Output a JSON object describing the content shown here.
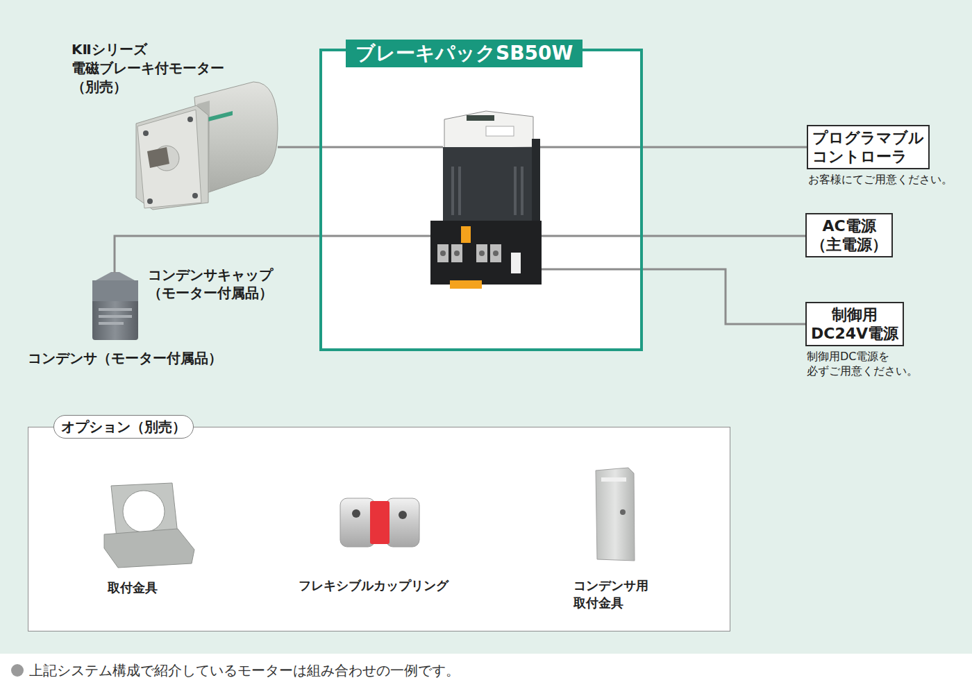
{
  "diagram": {
    "caption": "上記システム構成で紹介しているモーターは組み合わせの一例です。",
    "nodes": [
      {
        "text": [
          "KⅡシリーズ 電磁ブレーキ付モーター （別売）"
        ]
      },
      {
        "text": [
          "ブレーキパックSB50W"
        ]
      },
      {
        "text": [
          "コンデンサキャップ （モーター付属品）",
          "コンデンサ（モーター付属品）"
        ]
      },
      {
        "text": [
          "プログラマブル コントローラ",
          "お客様にてご用意ください。"
        ]
      },
      {
        "text": [
          "AC電源 （主電源）"
        ]
      },
      {
        "text": [
          "制御用 DC24V電源",
          "制御用DC電源を 必ずご用意ください。"
        ]
      },
      {
        "text": [
          "オプション（別売）"
        ]
      }
    ],
    "edges": [
      {
        "from": 0,
        "to": 1,
        "arrow": "none"
      },
      {
        "from": 1,
        "to": 3,
        "arrow": "none"
      },
      {
        "from": 2,
        "to": 1,
        "arrow": "none"
      },
      {
        "from": 1,
        "to": 4,
        "arrow": "none"
      },
      {
        "from": 1,
        "to": 5,
        "arrow": "none"
      }
    ],
    "labels": [
      "取付金具",
      "フレキシブルカップリング",
      "コンデンサ用 取付金具"
    ]
  }
}
